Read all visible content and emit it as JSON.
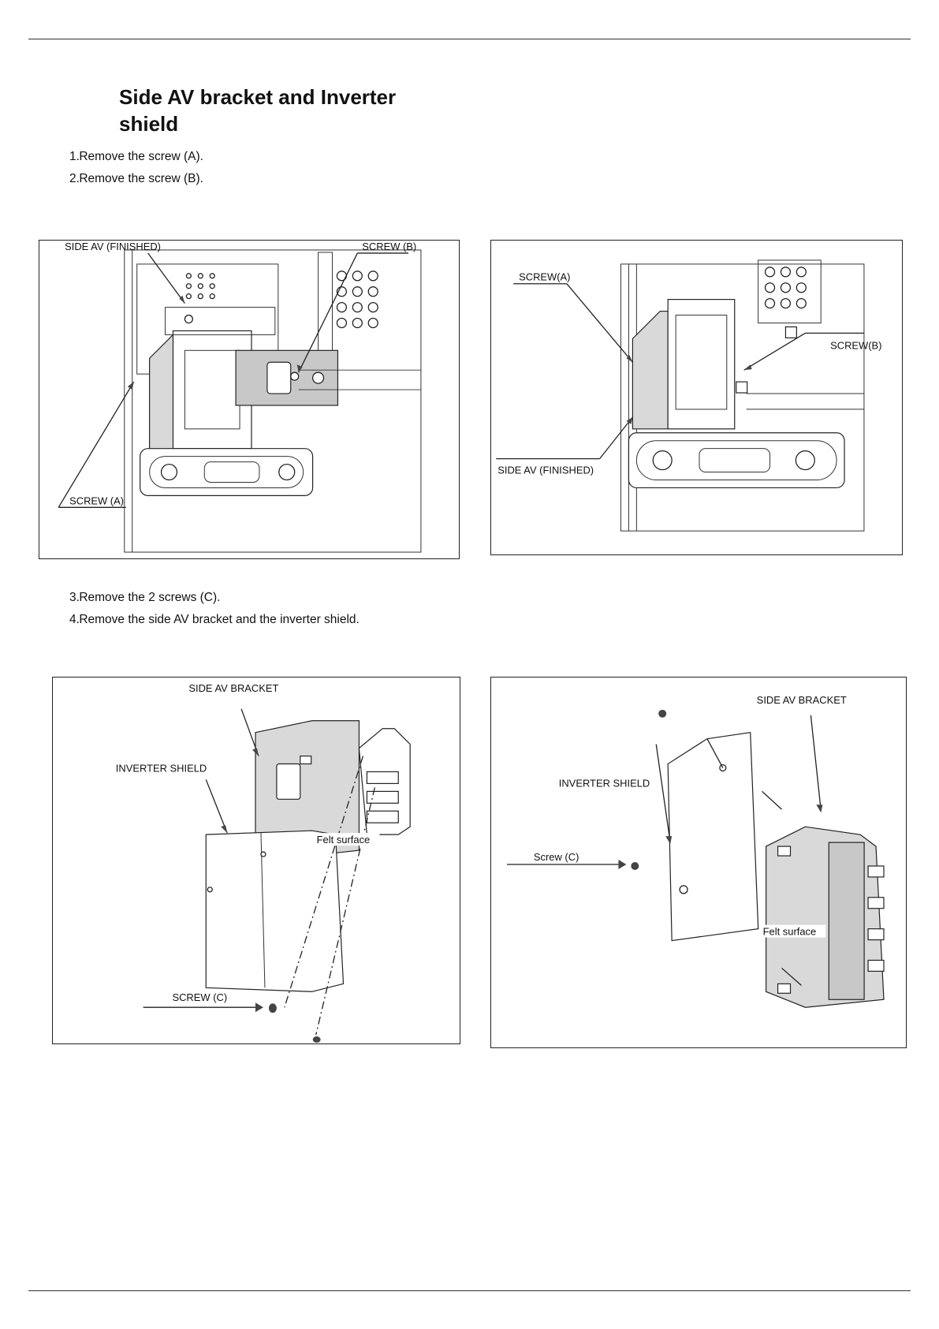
{
  "section": {
    "title": "Side AV bracket and Inverter shield"
  },
  "steps_top": [
    {
      "num": "1.",
      "text": "Remove the screw (A)."
    },
    {
      "num": "2.",
      "text": "Remove the screw (B)."
    }
  ],
  "steps_bottom": [
    {
      "num": "3.",
      "text": "Remove the 2 screws (C)."
    },
    {
      "num": "4.",
      "text": "Remove the side AV bracket and the inverter shield."
    }
  ],
  "figures": {
    "fig1": {
      "side_av": "SIDE AV (FINISHED)",
      "screw_b": "SCREW (B)",
      "screw_a": "SCREW (A)"
    },
    "fig2": {
      "screw_a": "SCREW(A)",
      "screw_b": "SCREW(B)",
      "side_av": "SIDE AV (FINISHED)"
    },
    "fig3": {
      "bracket": "SIDE AV BRACKET",
      "shield": "INVERTER SHIELD",
      "felt": "Felt surface",
      "screw_c": "SCREW (C)"
    },
    "fig4": {
      "bracket": "SIDE AV BRACKET",
      "shield": "INVERTER SHIELD",
      "screw_c": "Screw (C)",
      "felt": "Felt surface"
    }
  }
}
